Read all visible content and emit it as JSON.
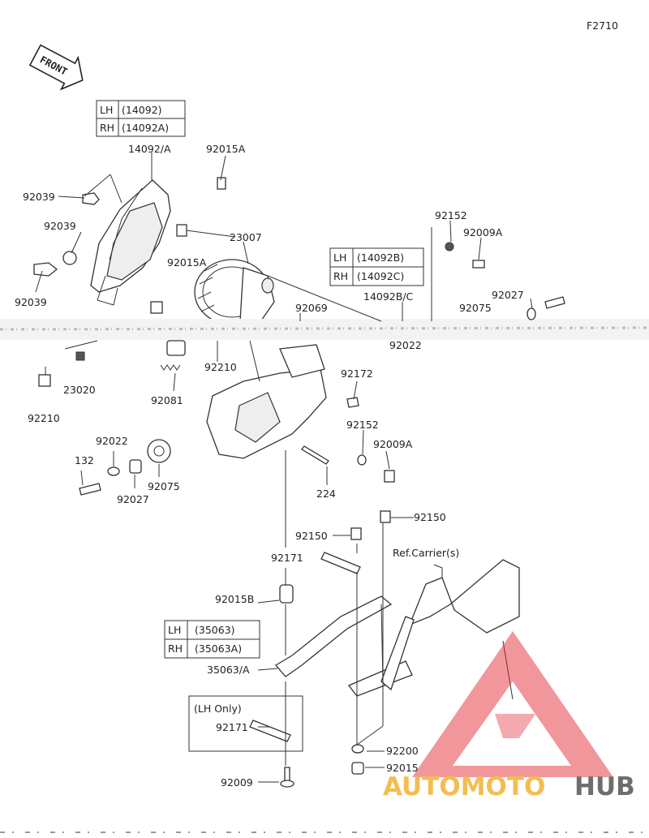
{
  "figure_code": "F2710",
  "front_arrow_label": "FRONT",
  "logo": {
    "text_a": "AUTOMOTO",
    "text_b": "HUB",
    "color_a": "#f2b233",
    "color_b": "#555555",
    "triangle_color": "#e0202a"
  },
  "tables": {
    "headlight_cover": {
      "rows": [
        {
          "side": "LH",
          "part": "(14092)"
        },
        {
          "side": "RH",
          "part": "(14092A)"
        }
      ]
    },
    "side_cover": {
      "rows": [
        {
          "side": "LH",
          "part": "(14092B)"
        },
        {
          "side": "RH",
          "part": "(14092C)"
        }
      ]
    },
    "bracket": {
      "rows": [
        {
          "side": "LH",
          "part": "(35063)"
        },
        {
          "side": "RH",
          "part": "(35063A)"
        }
      ]
    }
  },
  "lh_only_label": "(LH Only)",
  "ref_label": "Ref.Carrier(s)",
  "labels": {
    "c_14092a": "14092/A",
    "c_92015a_top": "92015A",
    "c_92039_a": "92039",
    "c_92039_b": "92039",
    "c_92039_c": "92039",
    "c_92015a_mid": "92015A",
    "c_23007": "23007",
    "c_92152_top": "92152",
    "c_92009a_top": "92009A",
    "c_14092bc": "14092B/C",
    "c_92027_top": "92027",
    "c_92075_top": "92075",
    "c_92069": "92069",
    "c_92022_top": "92022",
    "c_92210_mid": "92210",
    "c_23020": "23020",
    "c_92210_left": "92210",
    "c_92081": "92081",
    "c_92172": "92172",
    "c_92152_mid": "92152",
    "c_92009a_mid": "92009A",
    "c_132": "132",
    "c_92022_left": "92022",
    "c_92027_left": "92027",
    "c_92075_left": "92075",
    "c_224": "224",
    "c_92150_a": "92150",
    "c_92150_b": "92150",
    "c_92171_a": "92171",
    "c_92015b": "92015B",
    "c_35063a": "35063/A",
    "c_92171_b": "92171",
    "c_92200": "92200",
    "c_92015": "92015",
    "c_92009": "92009"
  }
}
